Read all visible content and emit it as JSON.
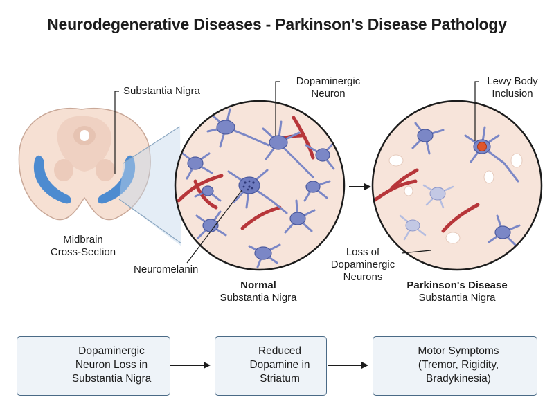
{
  "title": "Neurodegenerative Diseases - Parkinson's Disease Pathology",
  "labels": {
    "substantia_nigra": "Substantia Nigra",
    "dopaminergic_neuron": [
      "Dopaminergic",
      "Neuron"
    ],
    "lewy_body": [
      "Lewy Body",
      "Inclusion"
    ],
    "midbrain": [
      "Midbrain",
      "Cross-Section"
    ],
    "neuromelanin": "Neuromelanin",
    "normal": [
      "Normal",
      "Substantia Nigra"
    ],
    "loss": [
      "Loss of",
      "Dopaminergic",
      "Neurons"
    ],
    "parkinsons": [
      "Parkinson's Disease",
      "Substantia Nigra"
    ]
  },
  "flow": [
    {
      "lines": [
        "Dopaminergic",
        "Neuron Loss in",
        "Substantia Nigra"
      ],
      "icon": "neuron-icon"
    },
    {
      "lines": [
        "Reduced",
        "Dopamine in",
        "Striatum"
      ],
      "icon": "down-arrow-icon"
    },
    {
      "lines": [
        "Motor Symptoms",
        "(Tremor, Rigidity,",
        "Bradykinesia)"
      ],
      "icon": "tremor-hand-icon"
    }
  ],
  "colors": {
    "neuron": "#7b87c6",
    "neuron_dark": "#4c5a9e",
    "vessel": "#b7363a",
    "tissue": "#f7e4da",
    "substantia_nigra": "#4d8bd0",
    "lewy_body": "#e0562c",
    "box_border": "#4a6a86",
    "box_fill": "#eef3f8"
  }
}
